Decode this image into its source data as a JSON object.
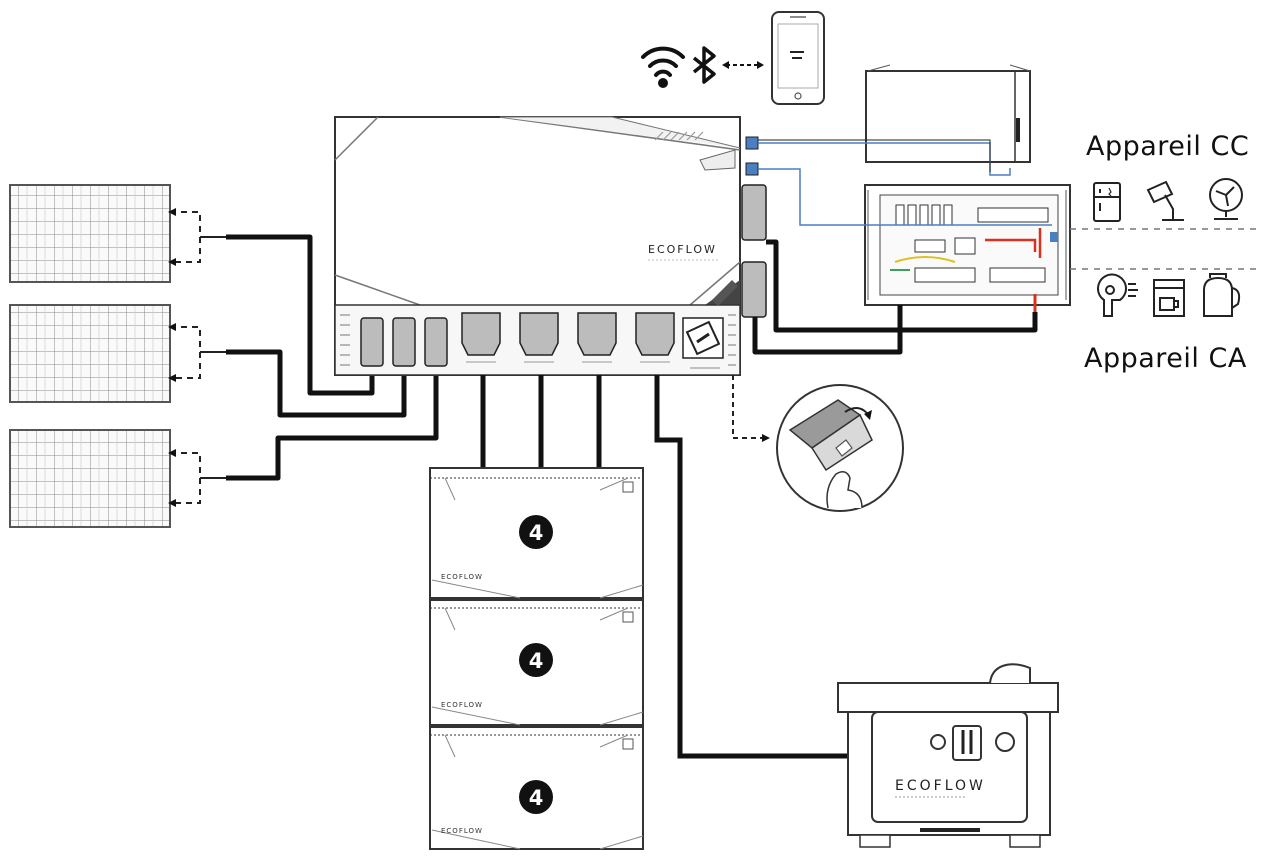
{
  "labels": {
    "dc_appliance": "Appareil CC",
    "ac_appliance": "Appareil CA"
  },
  "brand": {
    "wordmark": "ECOFLOW"
  },
  "battery_badge": "4",
  "colors": {
    "line": "#111111",
    "outline": "#333333",
    "signal_cable": "#4a7fc1",
    "accent_red": "#d9301f",
    "accent_yellow": "#e0c020",
    "accent_green": "#3aa05a"
  },
  "icons": [
    "wifi-icon",
    "bluetooth-icon",
    "phone-icon",
    "fridge-icon",
    "lamp-icon",
    "fan-icon",
    "hair-dryer-icon",
    "coffee-maker-icon",
    "kettle-icon"
  ]
}
